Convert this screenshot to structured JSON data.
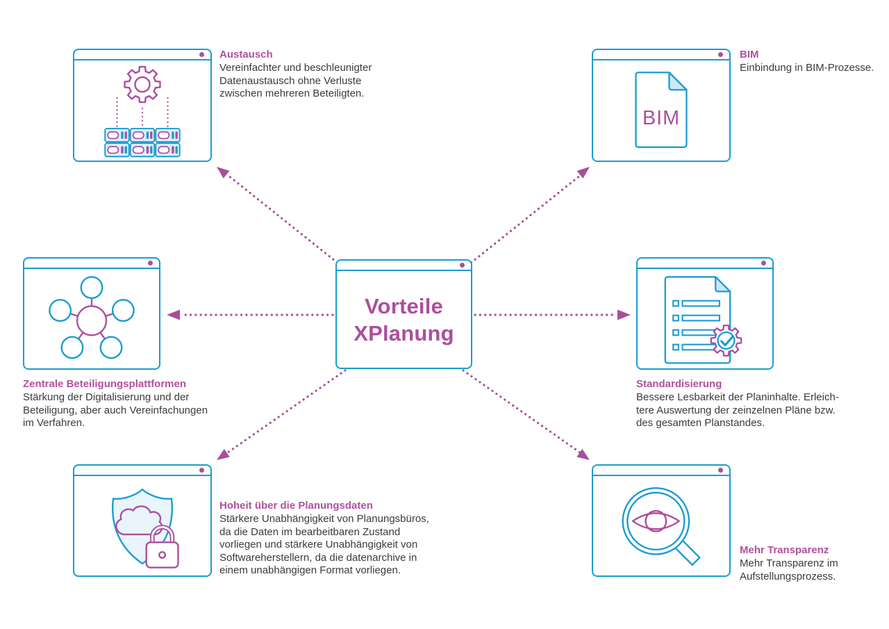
{
  "colors": {
    "teal": "#1b9cd1",
    "magenta": "#ab4f9d",
    "body_text": "#3a3a3a",
    "light_blue_fill": "#dceef9",
    "shield_fill": "#e9f4fb"
  },
  "center": {
    "title": "Vorteile\nXPlanung"
  },
  "nodes": {
    "austausch": {
      "heading": "Austausch",
      "body": "Vereinfachter und beschleunigter\nDatenaustausch ohne Verluste\nzwischen mehreren Beteiligten."
    },
    "bim": {
      "heading": "BIM",
      "body": "Einbindung in BIM-Prozesse.",
      "icon_text": "BIM"
    },
    "zentrale": {
      "heading": "Zentrale Beteiligungsplattformen",
      "body": "Stärkung der Digitalisierung und der\nBeteiligung, aber auch Vereinfachungen\nim Verfahren."
    },
    "standardisierung": {
      "heading": "Standardisierung",
      "body": "Bessere Lesbarkeit der Planinhalte. Erleich-\ntere Auswertung der zeinzelnen Pläne bzw.\ndes gesamten Planstandes."
    },
    "hoheit": {
      "heading": "Hoheit über die Planungsdaten",
      "body": "Stärkere Unabhängigkeit von Planungsbüros,\nda die Daten im bearbeitbaren Zustand\nvorliegen und stärkere Unabhängigkeit von\nSoftwareherstellern, da die datenarchive in\neinem unabhängigen Format vorliegen."
    },
    "transparenz": {
      "heading": "Mehr Transparenz",
      "body": "Mehr Transparenz im\nAufstellungsprozess."
    }
  }
}
